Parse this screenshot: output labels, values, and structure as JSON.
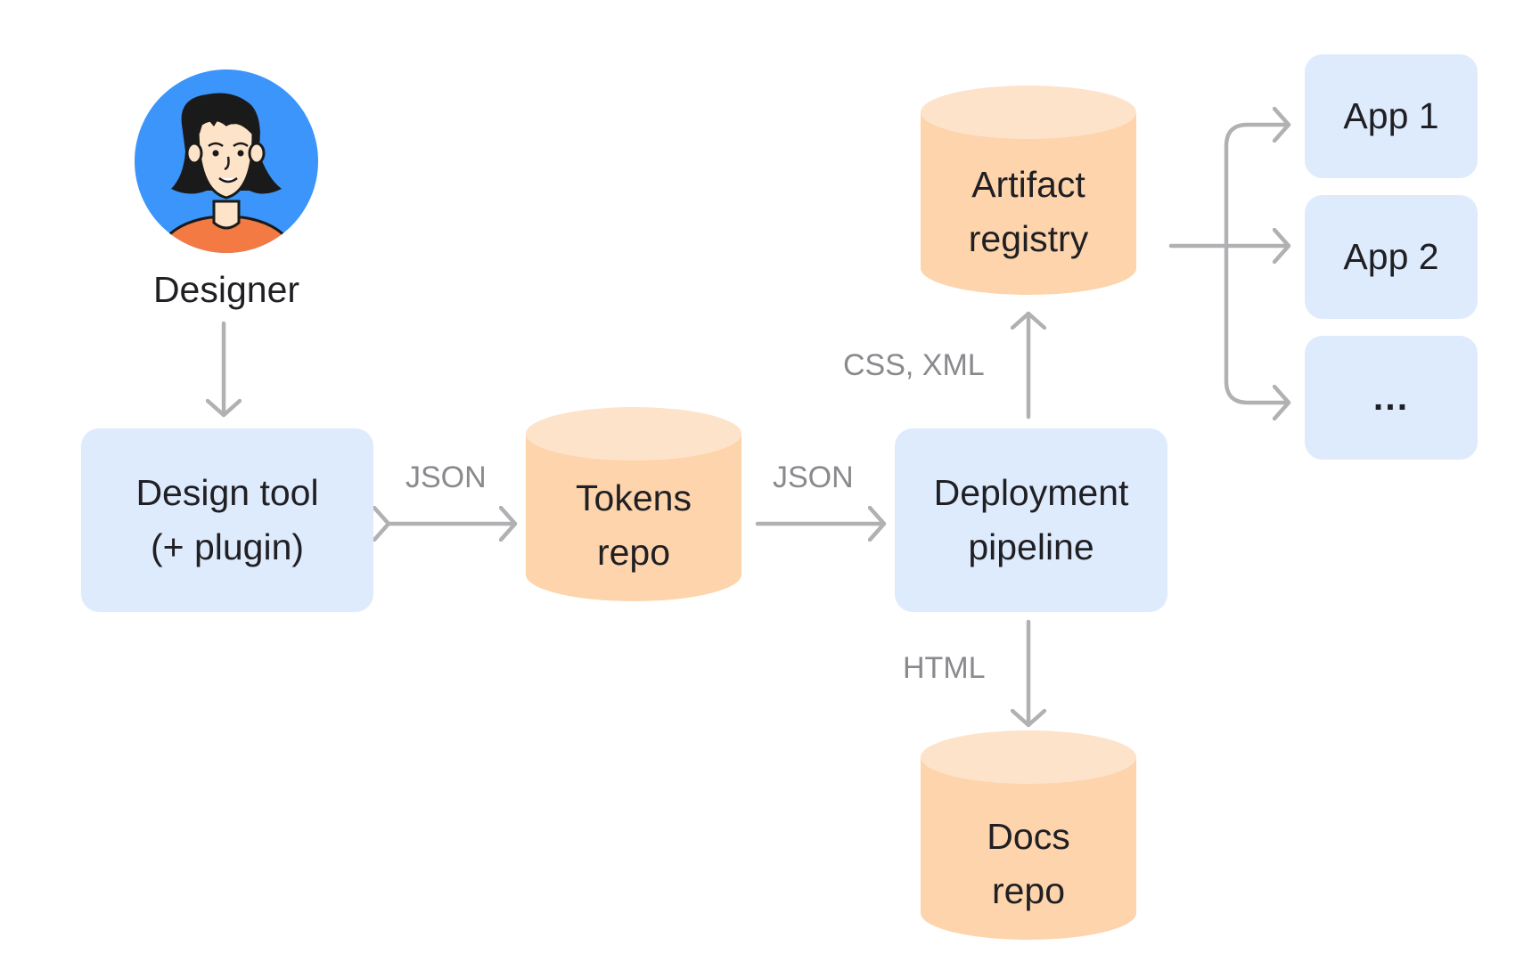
{
  "nodes": {
    "designer": {
      "label": "Designer"
    },
    "design_tool": {
      "line1": "Design tool",
      "line2": "(+ plugin)"
    },
    "tokens_repo": {
      "line1": "Tokens",
      "line2": "repo"
    },
    "deployment_pipeline": {
      "line1": "Deployment",
      "line2": "pipeline"
    },
    "artifact_registry": {
      "line1": "Artifact",
      "line2": "registry"
    },
    "docs_repo": {
      "line1": "Docs",
      "line2": "repo"
    },
    "apps": [
      "App 1",
      "App 2",
      "..."
    ]
  },
  "edges": {
    "design_tool_tokens": "JSON",
    "tokens_pipeline": "JSON",
    "pipeline_artifact": "CSS, XML",
    "pipeline_docs": "HTML"
  },
  "colors": {
    "box_fill": "#deebfc",
    "cylinder_fill": "#fdd4ab",
    "cylinder_top": "#fee3cb",
    "arrow": "#b1b1b4",
    "avatar_bg": "#3b95fb",
    "shirt": "#f47a44",
    "text": "#1f1f24",
    "edge_text": "#8a8a8e"
  },
  "icons": {
    "avatar": "designer-avatar-icon"
  }
}
